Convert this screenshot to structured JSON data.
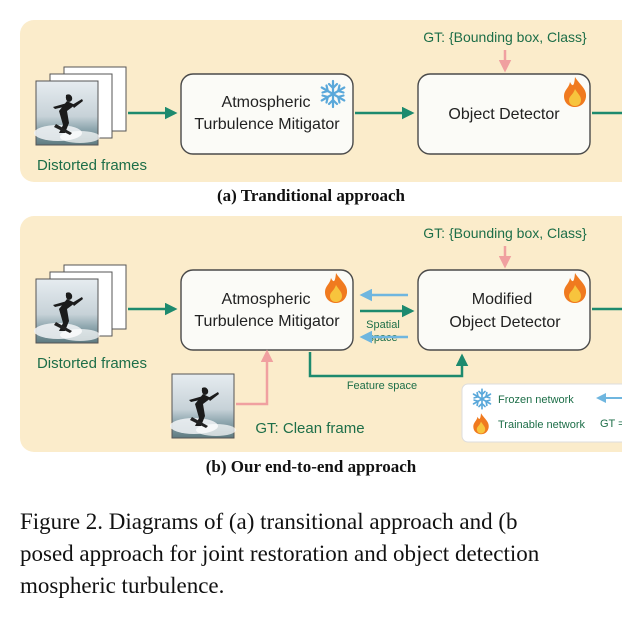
{
  "panel_a": {
    "gt_label": "GT: {Bounding box, Class}",
    "mitigator_line1": "Atmospheric",
    "mitigator_line2": "Turbulence Mitigator",
    "detector_label": "Object Detector",
    "input_label": "Distorted frames",
    "caption": "(a) Tranditional approach"
  },
  "panel_b": {
    "gt_label": "GT: {Bounding box, Class}",
    "mitigator_line1": "Atmospheric",
    "mitigator_line2": "Turbulence Mitigator",
    "detector_line1": "Modified",
    "detector_line2": "Object Detector",
    "input_label": "Distorted frames",
    "spatial_line1": "Spatial",
    "spatial_line2": "space",
    "feature_label": "Feature space",
    "clean_label": "GT: Clean frame",
    "caption": "(b) Our end-to-end approach"
  },
  "legend": {
    "frozen": "Frozen network",
    "trainable": "Trainable network",
    "gt_partial": "GT ="
  },
  "figure_caption": {
    "line1": "Figure 2.  Diagrams of (a) transitional approach and (b",
    "line2": "posed approach for joint restoration and object detection",
    "line3": "mospheric turbulence."
  },
  "colors": {
    "panel_bg": "#fbeccb",
    "arrow_teal": "#1d8a6e",
    "arrow_gt": "#f0a0a0",
    "arrow_blue": "#6fb6df",
    "box_fill": "#fbfbf7",
    "box_stroke": "#4a4a4a",
    "text_green": "#1d6e48"
  },
  "icons": [
    "snowflake-icon",
    "flame-icon"
  ]
}
